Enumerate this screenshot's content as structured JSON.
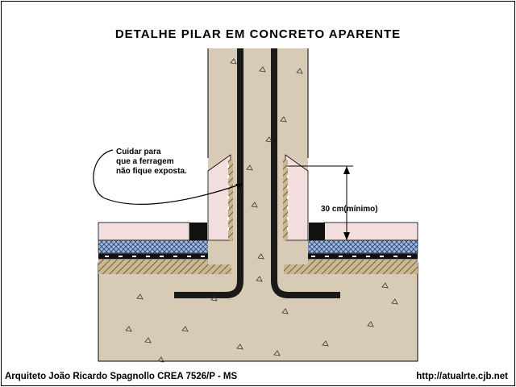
{
  "title": "DETALHE PILAR EM CONCRETO APARENTE",
  "annotations": {
    "note_line1": "Cuidar para",
    "note_line2": "que a ferragem",
    "note_line3": "não fique exposta.",
    "dimension": "30 cm(mínimo)"
  },
  "footer": {
    "author": "Arquiteto João Ricardo Spagnollo CREA 7526/P - MS",
    "url": "http://atualrte.cjb.net"
  },
  "colors": {
    "concrete": "#d8cbb6",
    "slab_pink": "#f3dede",
    "insulation_blue": "#8fb0d8",
    "rebar": "#1a1a1a",
    "hatch": "#6e5e3e"
  }
}
